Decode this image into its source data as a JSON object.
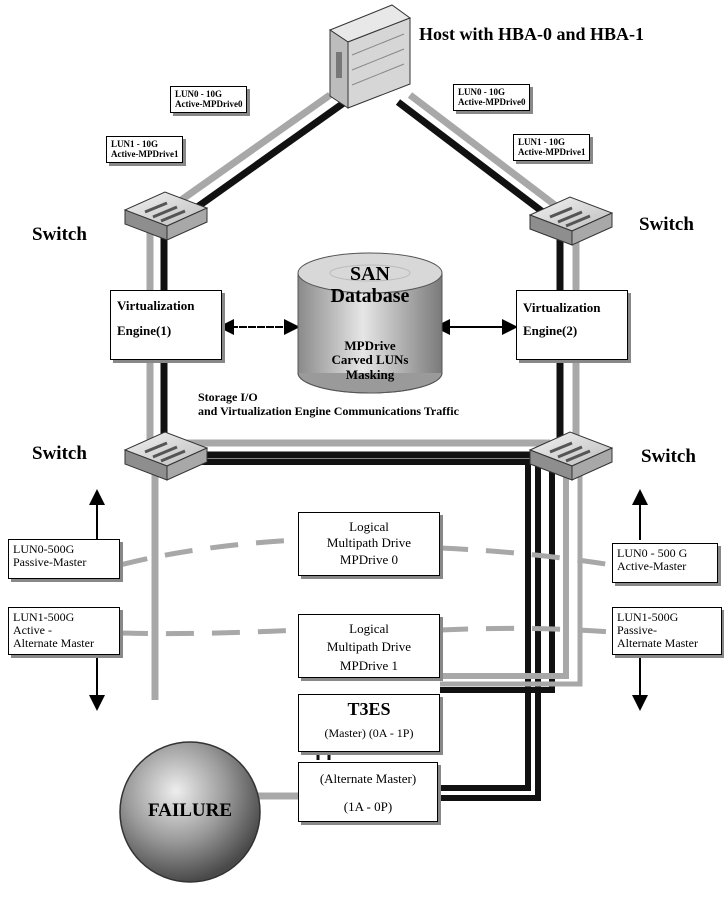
{
  "host": {
    "label": "Host with HBA-0 and HBA-1"
  },
  "paths": {
    "left_lun0": {
      "line1": "LUN0 - 10G",
      "line2": "Active-MPDrive0"
    },
    "left_lun1": {
      "line1": "LUN1 - 10G",
      "line2": "Active-MPDrive1"
    },
    "right_lun0": {
      "line1": "LUN0 - 10G",
      "line2": "Active-MPDrive0"
    },
    "right_lun1": {
      "line1": "LUN1 - 10G",
      "line2": "Active-MPDrive1"
    }
  },
  "switches": {
    "top_left": "Switch",
    "top_right": "Switch",
    "bottom_left": "Switch",
    "bottom_right": "Switch"
  },
  "engines": {
    "engine1": {
      "line1": "Virtualization",
      "line2": "Engine(1)"
    },
    "engine2": {
      "line1": "Virtualization",
      "line2": "Engine(2)"
    }
  },
  "database": {
    "title1": "SAN",
    "title2": "Database",
    "line1": "MPDrive",
    "line2": "Carved LUNs",
    "line3": "Masking"
  },
  "traffic": {
    "line1": "Storage I/O",
    "line2": "and Virtualization Engine Communications Traffic"
  },
  "logical": {
    "mp0": {
      "line1": "Logical",
      "line2": "Multipath Drive",
      "line3": "MPDrive 0"
    },
    "mp1": {
      "line1": "Logical",
      "line2": "Multipath Drive",
      "line3": "MPDrive 1"
    }
  },
  "left_luns": {
    "lun0": {
      "line1": "LUN0-500G",
      "line2": "Passive-Master"
    },
    "lun1": {
      "line1": "LUN1-500G",
      "line2": "Active -",
      "line3": "Alternate Master"
    }
  },
  "right_luns": {
    "lun0": {
      "line1": "LUN0 - 500 G",
      "line2": "Active-Master"
    },
    "lun1": {
      "line1": "LUN1-500G",
      "line2": "Passive-",
      "line3": "Alternate Master"
    }
  },
  "t3es": {
    "title": "T3ES",
    "line1": "(Master) (0A - 1P)"
  },
  "alternate": {
    "line1": "(Alternate Master)",
    "line2": "(1A - 0P)"
  },
  "failure": {
    "label": "FAILURE"
  }
}
